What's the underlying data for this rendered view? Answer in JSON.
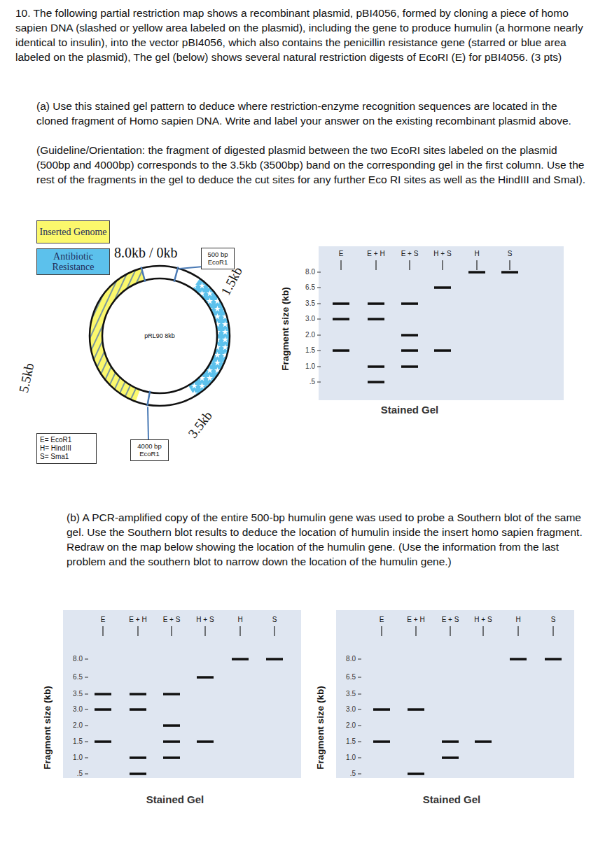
{
  "diagram": {
    "nodes": [
      {
        "text": [
          "500 bp EcoR1"
        ]
      },
      {
        "text": [
          "4000 bp EcoR1"
        ]
      },
      {
        "text": [
          "E= EcoR1",
          "H= HindIII",
          "S= Sma1"
        ]
      }
    ],
    "labels": [
      "10. The following partial restriction map shows a recombinant plasmid, pBI4056, formed by cloning a piece of homo sapien DNA (slashed or yellow area labeled on the plasmid), including the gene to produce humulin (a hormone nearly identical to insulin), into the vector pBI4056, which also contains the penicillin resistance gene (starred or blue area labeled on the plasmid), The gel (below) shows several natural restriction digests of EcoRI (E) for pBI4056. (3 pts)",
      "(a) Use this stained gel pattern to deduce where restriction-enzyme recognition sequences are located in the cloned fragment of Homo sapien DNA. Write and label your answer on the existing recombinant plasmid above.",
      "(Guideline/Orientation: the fragment of digested plasmid between the two EcoRI sites labeled on the plasmid (500bp and 4000bp) corresponds to the 3.5kb (3500bp) band on the corresponding gel in the first column. Use the rest of the fragments in the gel to deduce the cut sites for any further Eco RI sites as well as the HindIII and SmaI).",
      "8.0kb / 0kb",
      "1.5kb",
      "pRL90 8kb",
      "5.5kb",
      "3.5kb",
      "E",
      "E + H",
      "E + S",
      "H + S",
      "H",
      "S",
      "8.0",
      "6.5",
      "3.5",
      "3.0",
      "2.0",
      "1.5",
      "1.0",
      ".5",
      "Fragment size (kb)",
      "Stained Gel",
      "(b) A PCR-amplified copy of the entire 500-bp humulin gene was used to probe a Southern blot of the same gel. Use the Southern blot results to deduce the location of humulin inside the insert homo sapien fragment. Redraw on the map below showing the location of the humulin gene. (Use the information from the last problem and the southern blot to narrow down the location of the humulin gene.)",
      "E",
      "E + H",
      "E + S",
      "H + S",
      "H",
      "S",
      "8.0",
      "6.5",
      "3.5",
      "3.0",
      "2.0",
      "1.5",
      "1.0",
      ".5",
      "Fragment size (kb)",
      "Stained Gel",
      "E",
      "E + H",
      "E + S",
      "H + S",
      "H",
      "S",
      "8.0",
      "6.5",
      "3.5",
      "3.0",
      "2.0",
      "1.5",
      "1.0",
      ".5",
      "Fragment size (kb)",
      "Stained Gel"
    ],
    "legend": [
      {
        "text": "Inserted Genome",
        "color": "#fbf86c"
      },
      {
        "text": "Antibiotic Resistance",
        "color": "#5cc1ec"
      }
    ]
  }
}
